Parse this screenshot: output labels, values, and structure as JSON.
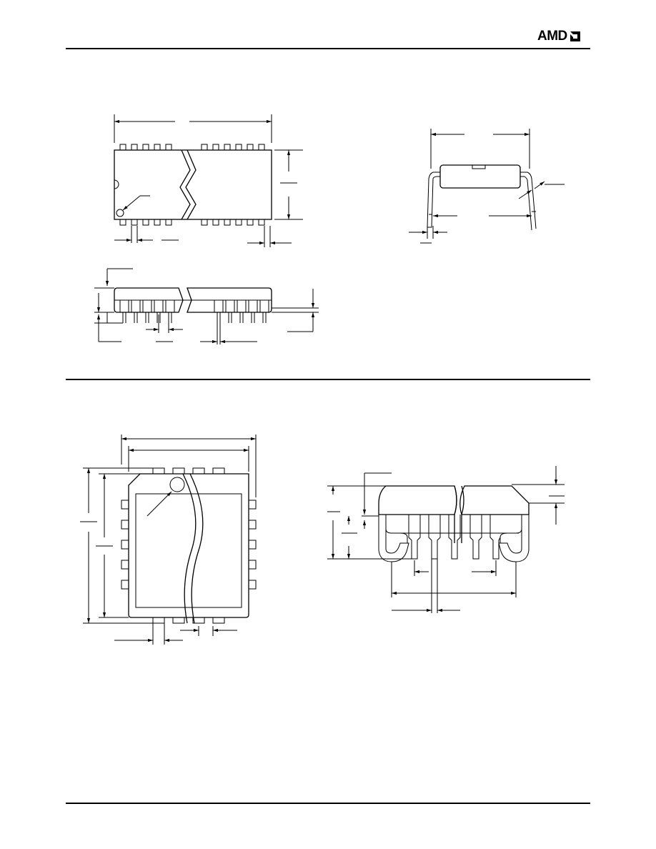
{
  "header": {
    "logo_text": "AMD",
    "logo_icon": "amd-arrow-logo"
  },
  "colors": {
    "ink": "#000000",
    "paper": "#ffffff"
  },
  "figures": [
    {
      "id": "dip-top-view"
    },
    {
      "id": "dip-end-view"
    },
    {
      "id": "dip-side-view"
    },
    {
      "id": "plcc-top-view"
    },
    {
      "id": "plcc-side-view"
    }
  ]
}
